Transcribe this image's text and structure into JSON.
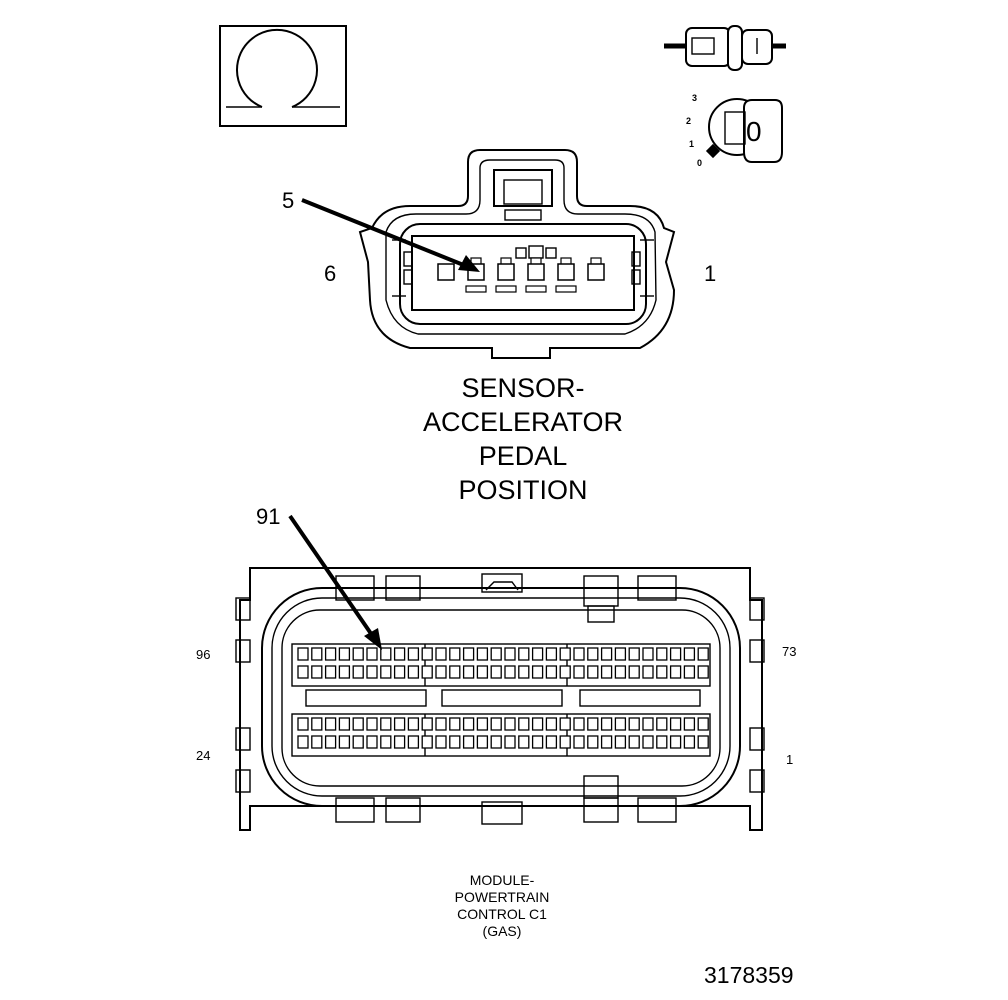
{
  "sensor_connector": {
    "callout_pin": "5",
    "pin_left": "6",
    "pin_right": "1",
    "title_lines": [
      "SENSOR-",
      "ACCELERATOR",
      "PEDAL",
      "POSITION"
    ]
  },
  "pcm_connector": {
    "callout_pin": "91",
    "pin_top_left": "96",
    "pin_top_right": "73",
    "pin_bottom_left": "24",
    "pin_bottom_right": "1",
    "title_lines": [
      "MODULE-",
      "POWERTRAIN",
      "CONTROL C1",
      "(GAS)"
    ]
  },
  "ignition_key": {
    "positions": [
      "3",
      "2",
      "1",
      "0"
    ],
    "key_label": "0"
  },
  "figure_number": "3178359",
  "colors": {
    "line": "#000000",
    "background": "#ffffff"
  },
  "icons": [
    "ohm-symbol-icon",
    "connector-unplug-icon",
    "ignition-key-icon"
  ]
}
